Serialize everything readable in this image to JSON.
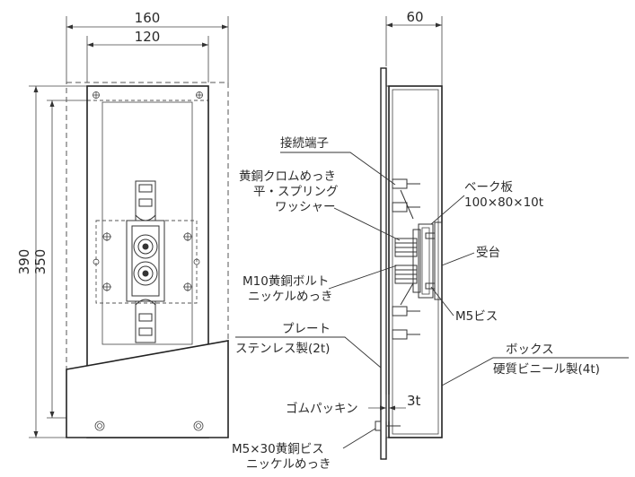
{
  "dimensions": {
    "width_outer": "160",
    "width_inner": "120",
    "height_outer": "390",
    "height_inner": "350",
    "depth": "60",
    "gasket_thickness": "3t"
  },
  "labels": {
    "terminal": "接続端子",
    "washer_line1": "黄銅クロムめっき",
    "washer_line2": "平・スプリング",
    "washer_line3": "ワッシャー",
    "bake_line1": "ベーク板",
    "bake_line2": "100×80×10t",
    "stand": "受台",
    "bolt_line1": "M10黄銅ボルト",
    "bolt_line2": "ニッケルめっき",
    "screw_m5": "M5ビス",
    "plate_line1": "プレート",
    "plate_line2": "ステンレス製(2t)",
    "box_line1": "ボックス",
    "box_line2": "硬質ビニール製(4t)",
    "gasket": "ゴムパッキン",
    "screw_line1": "M5×30黄銅ビス",
    "screw_line2": "ニッケルめっき"
  }
}
